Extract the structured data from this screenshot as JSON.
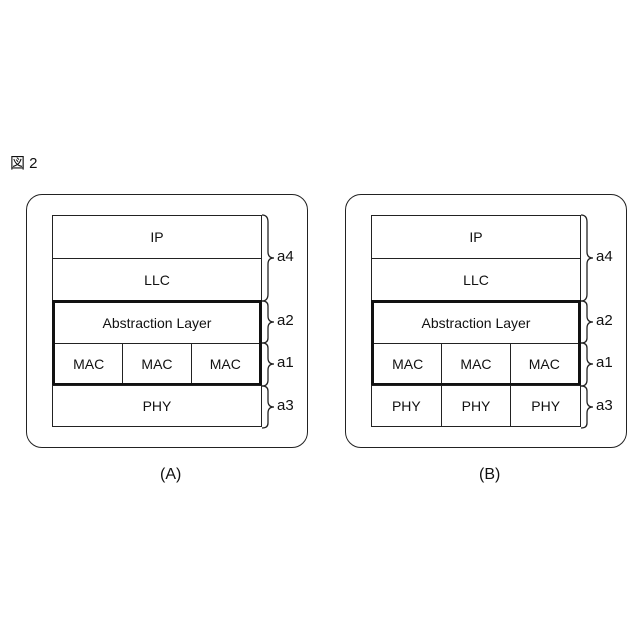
{
  "figure": {
    "label": "図 2"
  },
  "panels": [
    {
      "caption": "(A)",
      "layers": {
        "ip": "IP",
        "llc": "LLC",
        "abstraction": "Abstraction Layer"
      },
      "mac": [
        "MAC",
        "MAC",
        "MAC"
      ],
      "phy": [
        "PHY"
      ],
      "brackets": [
        "a4",
        "a2",
        "a1",
        "a3"
      ]
    },
    {
      "caption": "(B)",
      "layers": {
        "ip": "IP",
        "llc": "LLC",
        "abstraction": "Abstraction Layer"
      },
      "mac": [
        "MAC",
        "MAC",
        "MAC"
      ],
      "phy": [
        "PHY",
        "PHY",
        "PHY"
      ],
      "brackets": [
        "a4",
        "a2",
        "a1",
        "a3"
      ]
    }
  ]
}
